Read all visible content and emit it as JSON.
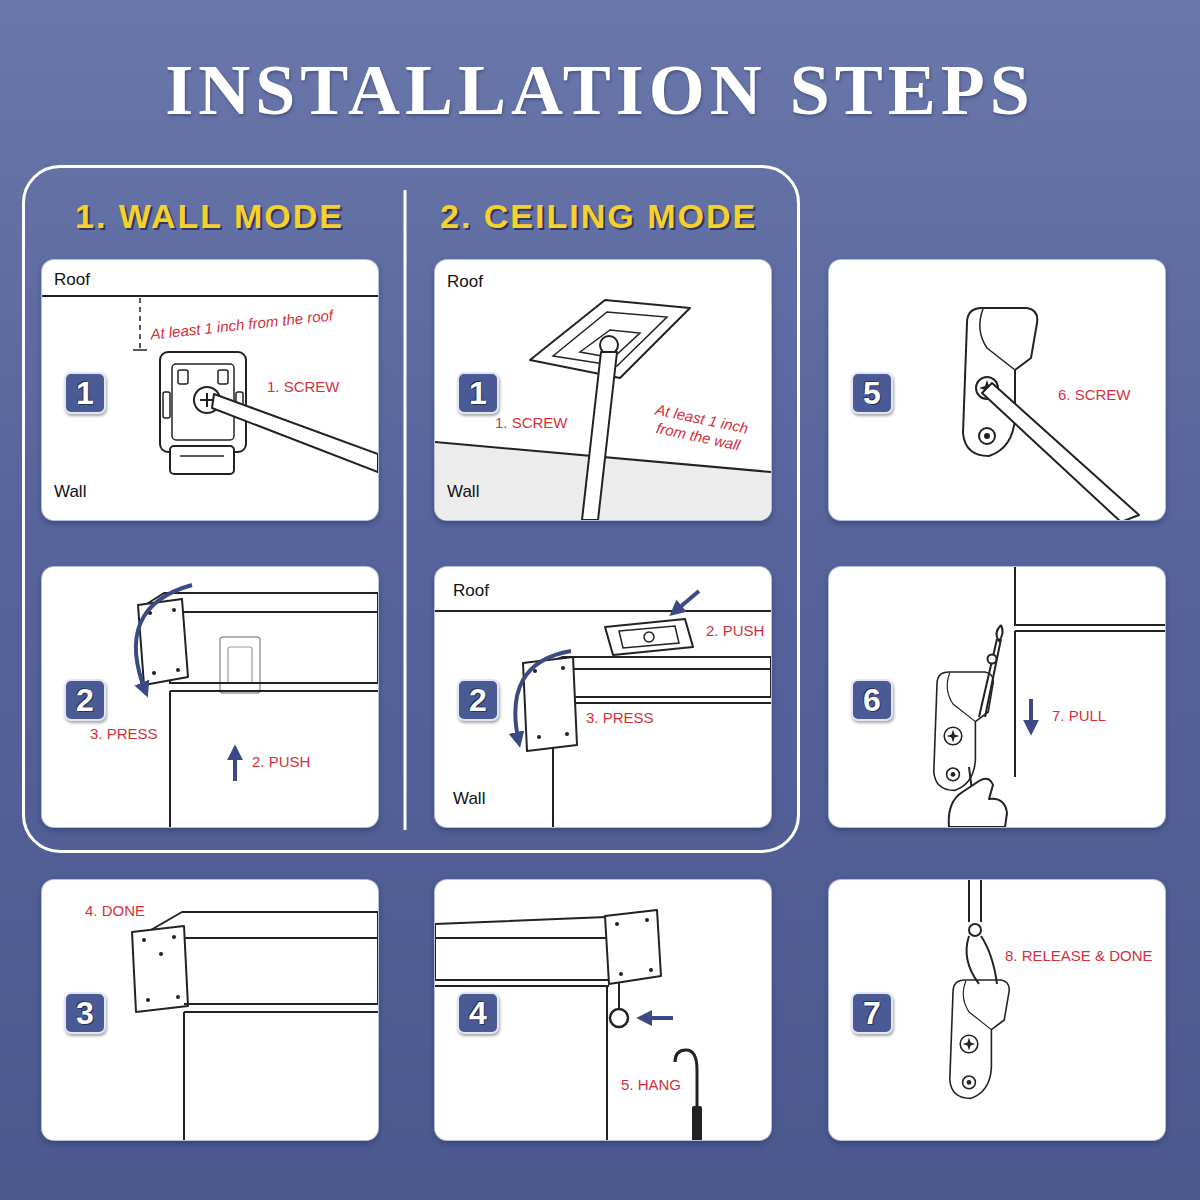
{
  "diagram": {
    "title": "INSTALLATION STEPS",
    "nodes": [
      {
        "text": [
          "1. WALL MODE",
          "2. CEILING MODE"
        ]
      },
      {
        "text": [
          "Roof",
          "At least 1 inch from the roof",
          "1. SCREW",
          "Wall"
        ],
        "in": 0
      },
      {
        "text": [
          "1"
        ],
        "in": 1
      },
      {
        "text": [
          "Roof",
          "1. SCREW",
          "At least 1 inch from the wall",
          "Wall"
        ],
        "in": 0
      },
      {
        "text": [
          "1"
        ],
        "in": 3
      },
      {
        "text": [
          "6. SCREW"
        ]
      },
      {
        "text": [
          "5"
        ],
        "in": 5
      },
      {
        "text": [
          "3. PRESS",
          "2. PUSH"
        ],
        "in": 0
      },
      {
        "text": [
          "2"
        ],
        "in": 7
      },
      {
        "text": [
          "Roof",
          "2. PUSH",
          "3. PRESS",
          "Wall"
        ],
        "in": 0
      },
      {
        "text": [
          "2"
        ],
        "in": 9
      },
      {
        "text": [
          "7. PULL"
        ]
      },
      {
        "text": [
          "6"
        ],
        "in": 11
      },
      {
        "text": [
          "4. DONE"
        ]
      },
      {
        "text": [
          "3"
        ],
        "in": 13
      },
      {
        "text": [
          "5. HANG"
        ]
      },
      {
        "text": [
          "4"
        ],
        "in": 15
      },
      {
        "text": [
          "8. RELEASE & DONE"
        ]
      },
      {
        "text": [
          "7"
        ],
        "in": 17
      }
    ]
  }
}
